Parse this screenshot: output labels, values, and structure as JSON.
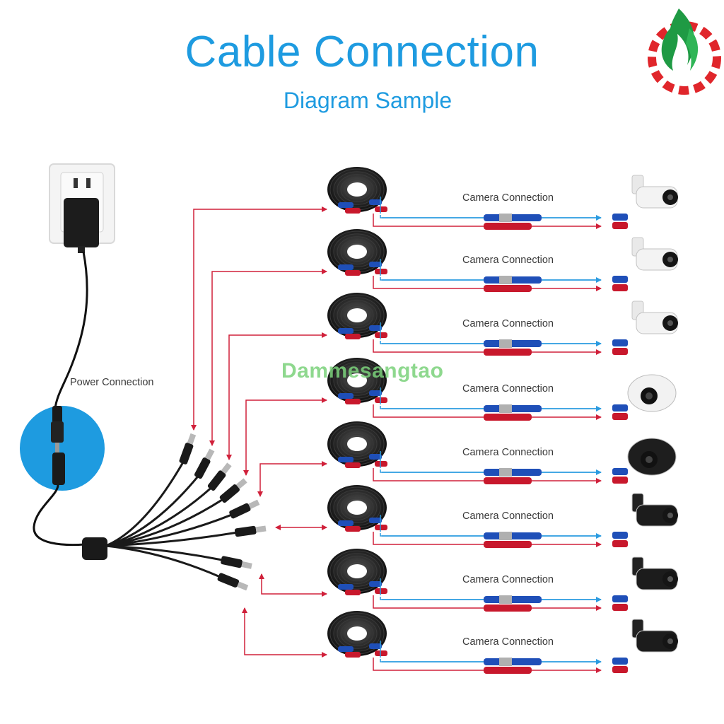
{
  "header": {
    "title": "Cable Connection",
    "subtitle": "Diagram Sample"
  },
  "power": {
    "label": "Power Connection"
  },
  "watermark": "Dammesangtao",
  "channels": [
    {
      "label": "Camera Connection",
      "camera": "bullet-camera"
    },
    {
      "label": "Camera Connection",
      "camera": "bullet-camera"
    },
    {
      "label": "Camera Connection",
      "camera": "bullet-camera"
    },
    {
      "label": "Camera Connection",
      "camera": "dome-camera"
    },
    {
      "label": "Camera Connection",
      "camera": "dome-camera"
    },
    {
      "label": "Camera Connection",
      "camera": "bullet-camera"
    },
    {
      "label": "Camera Connection",
      "camera": "bullet-camera"
    },
    {
      "label": "Camera Connection",
      "camera": "bullet-camera"
    }
  ],
  "colors": {
    "accent": "#1e9be0",
    "power_line": "#d0203a",
    "video_line": "#2b9be0",
    "cable": "#1a1a1a",
    "video_plug": "#1f4fb8",
    "power_plug": "#c8182c"
  }
}
